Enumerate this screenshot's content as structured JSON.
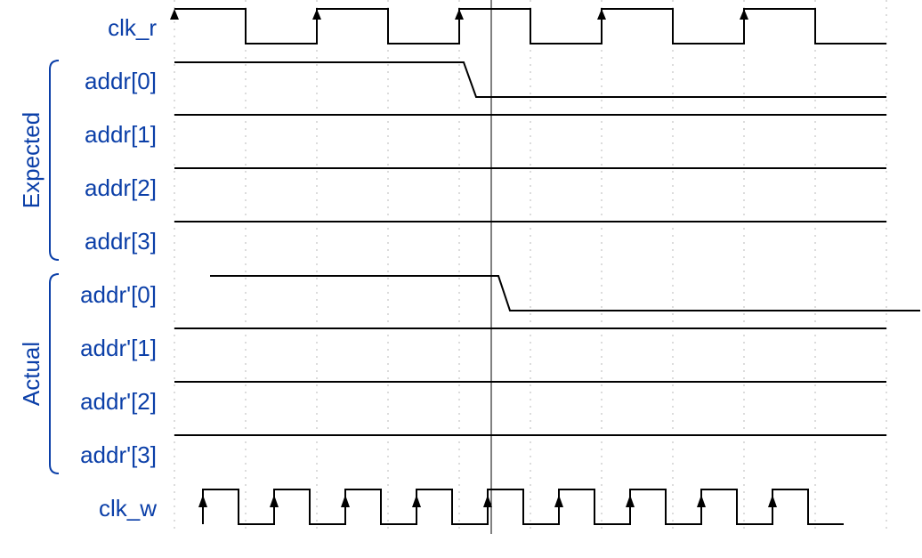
{
  "colors": {
    "label": "#0b3fa8",
    "wave": "#000000",
    "grid": "#b8b8b8"
  },
  "groups": {
    "expected": "Expected",
    "actual": "Actual"
  },
  "signals": {
    "clk_r": "clk_r",
    "addr0": "addr[0]",
    "addr1": "addr[1]",
    "addr2": "addr[2]",
    "addr3": "addr[3]",
    "addrp0": "addr'[0]",
    "addrp1": "addr'[1]",
    "addrp2": "addr'[2]",
    "addrp3": "addr'[3]",
    "clk_w": "clk_w"
  }
}
